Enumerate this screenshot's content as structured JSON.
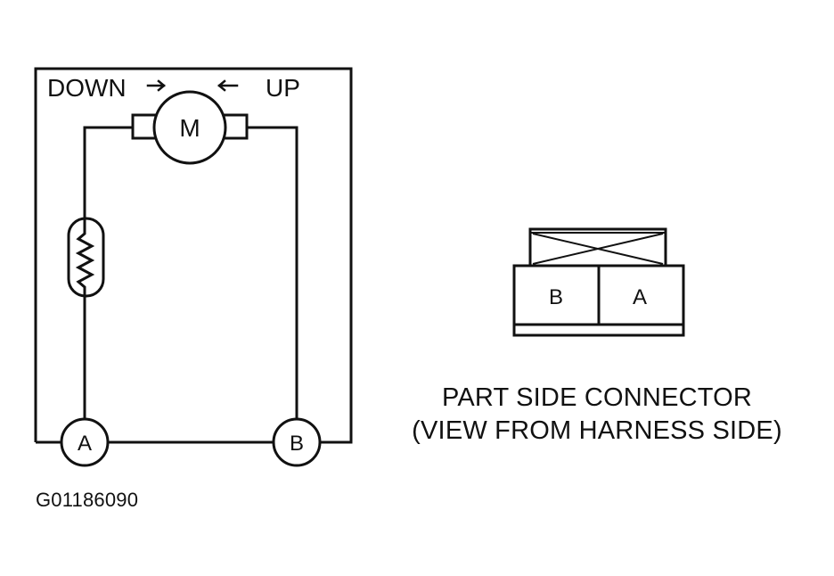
{
  "diagram": {
    "labels": {
      "down": "DOWN",
      "up": "UP",
      "motor": "M",
      "terminal_a": "A",
      "terminal_b": "B"
    },
    "connector": {
      "pin_left": "B",
      "pin_right": "A"
    },
    "caption": {
      "line1": "PART SIDE CONNECTOR",
      "line2": "(VIEW FROM HARNESS SIDE)"
    },
    "figure_id": "G01186090"
  }
}
